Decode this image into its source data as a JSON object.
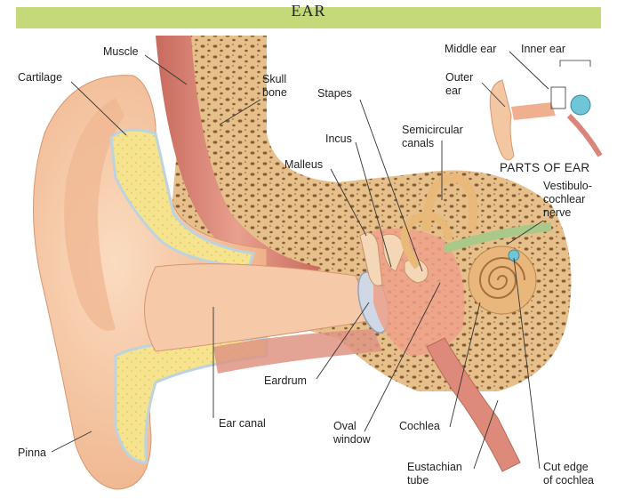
{
  "title": "EAR",
  "labels": {
    "muscle": "Muscle",
    "cartilage": "Cartilage",
    "skull_bone": [
      "Skull",
      "bone"
    ],
    "stapes": "Stapes",
    "incus": "Incus",
    "malleus": "Malleus",
    "semicircular_canals": [
      "Semicircular",
      "canals"
    ],
    "middle_ear": "Middle ear",
    "inner_ear": "Inner ear",
    "outer_ear": [
      "Outer",
      "ear"
    ],
    "parts_of_ear": "PARTS OF EAR",
    "vestibulocochlear_nerve": [
      "Vestibulo-",
      "cochlear",
      "nerve"
    ],
    "eardrum": "Eardrum",
    "ear_canal": "Ear canal",
    "oval_window": [
      "Oval",
      "window"
    ],
    "cochlea": "Cochlea",
    "pinna": "Pinna",
    "eustachian_tube": [
      "Eustachian",
      "tube"
    ],
    "cut_edge_of_cochlea": [
      "Cut edge",
      "of cochlea"
    ]
  },
  "colors": {
    "banner": "#c6d97a",
    "skin": "#f4c7a3",
    "skin_shadow": "#e9a983",
    "bone": "#e8c48f",
    "cartilage": "#f5e08a",
    "muscle": "#d9857a",
    "cochlea": "#e9b77c",
    "nerve": "#a9c98a",
    "inner_ear_blue": "#6ec6d6"
  }
}
